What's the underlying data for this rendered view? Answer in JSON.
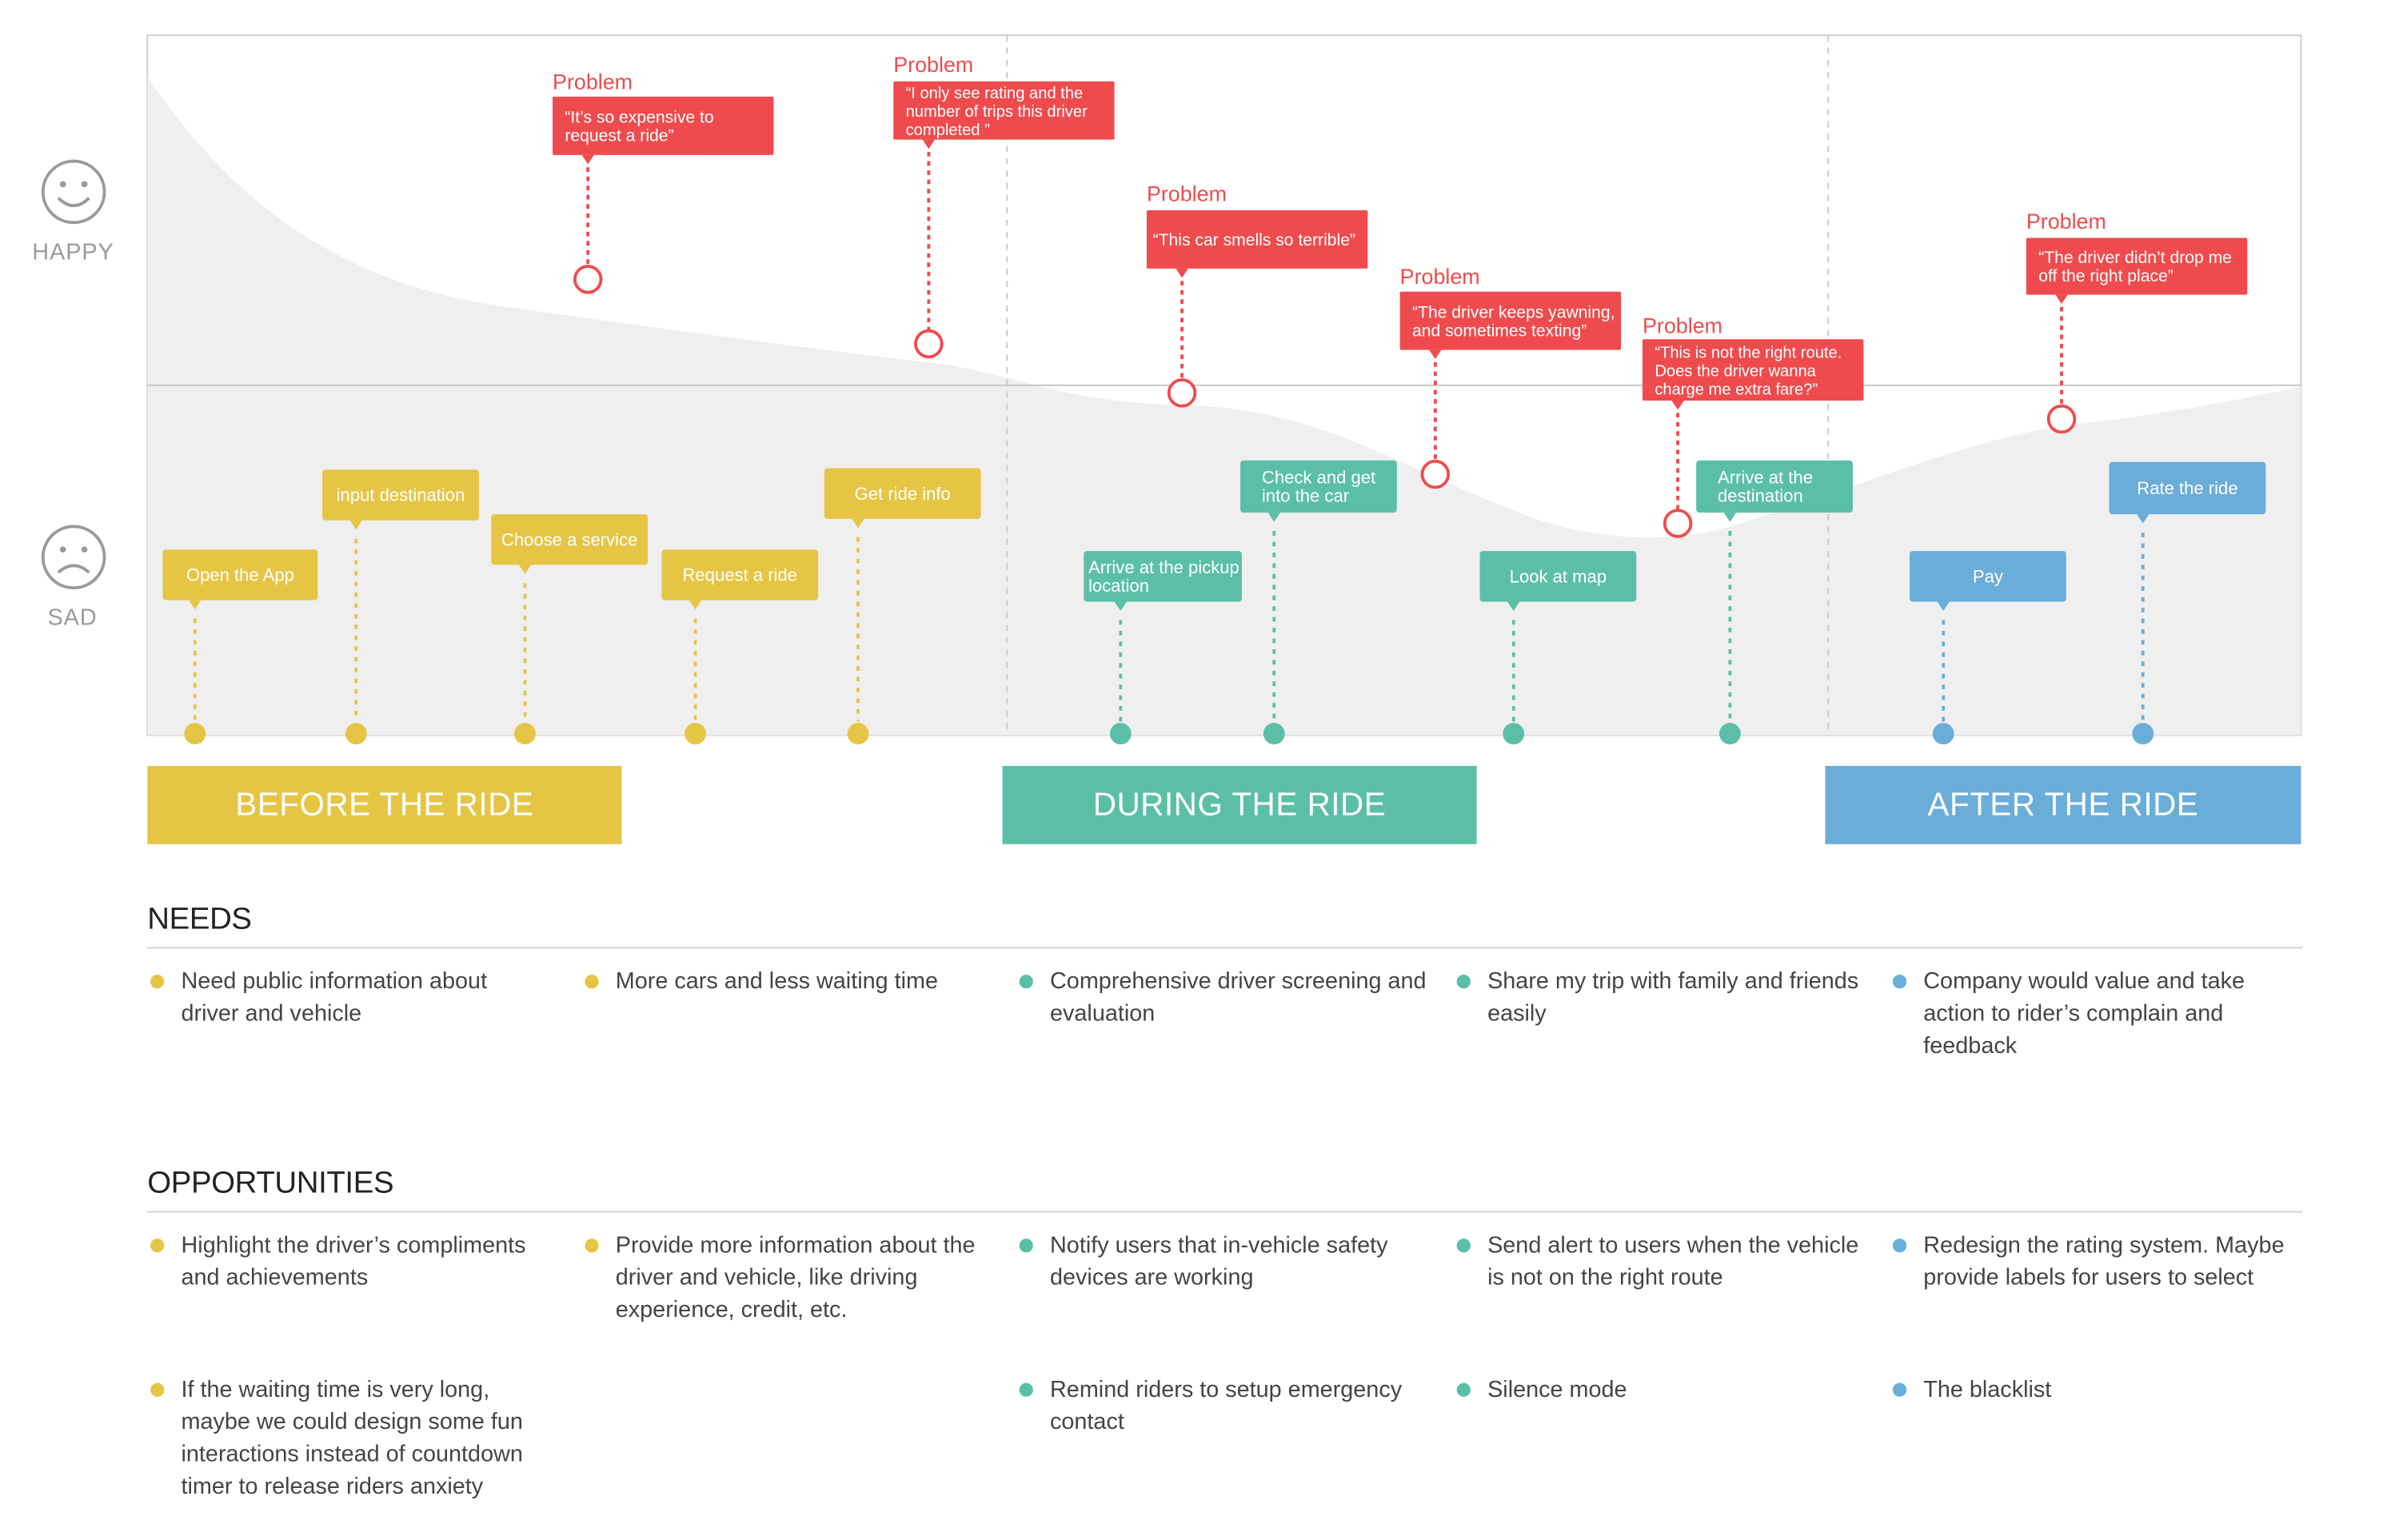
{
  "axis": {
    "happy_label": "HAPPY",
    "sad_label": "SAD"
  },
  "colors": {
    "before": "#e6c545",
    "during": "#5bbfa8",
    "after": "#6aadd8",
    "problem": "#ef4b4e",
    "area_fill": "#efefef",
    "frame": "#cccccc"
  },
  "problem_heading": "Problem",
  "problems": [
    {
      "id": "p1",
      "lines": [
        "“It’s so expensive to",
        "request a ride”"
      ]
    },
    {
      "id": "p2",
      "lines": [
        "“I only see rating and the",
        "number of trips this driver",
        "completed ”"
      ]
    },
    {
      "id": "p3",
      "lines": [
        "“This car smells so terrible”"
      ]
    },
    {
      "id": "p4",
      "lines": [
        "“The driver keeps yawning,",
        "and sometimes texting”"
      ]
    },
    {
      "id": "p5",
      "lines": [
        "“This is not the right route.",
        "Does the driver wanna",
        "charge me extra fare?”"
      ]
    },
    {
      "id": "p6",
      "lines": [
        "“The driver didn’t drop me",
        "off the right place”"
      ]
    }
  ],
  "steps": [
    {
      "id": "s1",
      "phase": "before",
      "lines": [
        "Open the App"
      ]
    },
    {
      "id": "s2",
      "phase": "before",
      "lines": [
        "input destination"
      ]
    },
    {
      "id": "s3",
      "phase": "before",
      "lines": [
        "Choose a service"
      ]
    },
    {
      "id": "s4",
      "phase": "before",
      "lines": [
        "Request a ride"
      ]
    },
    {
      "id": "s5",
      "phase": "before",
      "lines": [
        "Get ride info"
      ]
    },
    {
      "id": "s6",
      "phase": "during",
      "lines": [
        "Arrive at the pickup",
        "location"
      ]
    },
    {
      "id": "s7",
      "phase": "during",
      "lines": [
        "Check and get",
        "into the car"
      ]
    },
    {
      "id": "s8",
      "phase": "during",
      "lines": [
        "Look at map"
      ]
    },
    {
      "id": "s9",
      "phase": "during",
      "lines": [
        "Arrive at the",
        "destination"
      ]
    },
    {
      "id": "s10",
      "phase": "after",
      "lines": [
        "Pay"
      ]
    },
    {
      "id": "s11",
      "phase": "after",
      "lines": [
        "Rate the ride"
      ]
    }
  ],
  "phases": {
    "before": "BEFORE THE RIDE",
    "during": "DURING THE RIDE",
    "after": "AFTER THE RIDE"
  },
  "needs": {
    "title": "NEEDS",
    "items": [
      {
        "phase": "before",
        "text": "Need public information about driver and vehicle"
      },
      {
        "phase": "before",
        "text": "More cars and less waiting time"
      },
      {
        "phase": "during",
        "text": "Comprehensive driver screening and evaluation"
      },
      {
        "phase": "during",
        "text": "Share my trip with family and friends easily"
      },
      {
        "phase": "after",
        "text": "Company would value and take action to rider’s complain and feedback"
      }
    ]
  },
  "opportunities": {
    "title": "OPPORTUNITIES",
    "items": [
      {
        "phase": "before",
        "text": "Highlight the driver’s compliments and achievements"
      },
      {
        "phase": "before",
        "text": "Provide more information about the driver and vehicle, like driving experience, credit, etc."
      },
      {
        "phase": "during",
        "text": "Notify users that in-vehicle safety devices are working"
      },
      {
        "phase": "during",
        "text": "Send alert to users when the vehicle is not on the right route"
      },
      {
        "phase": "after",
        "text": "Redesign the rating system. Maybe provide labels for users to select"
      },
      {
        "phase": "before",
        "text": "If the waiting time is very long, maybe we could design some fun interactions instead of countdown timer to release riders anxiety"
      },
      {
        "phase": "during",
        "text": "Remind riders to setup emergency contact"
      },
      {
        "phase": "during",
        "text": "Silence mode"
      },
      {
        "phase": "after",
        "text": "The blacklist"
      }
    ]
  }
}
